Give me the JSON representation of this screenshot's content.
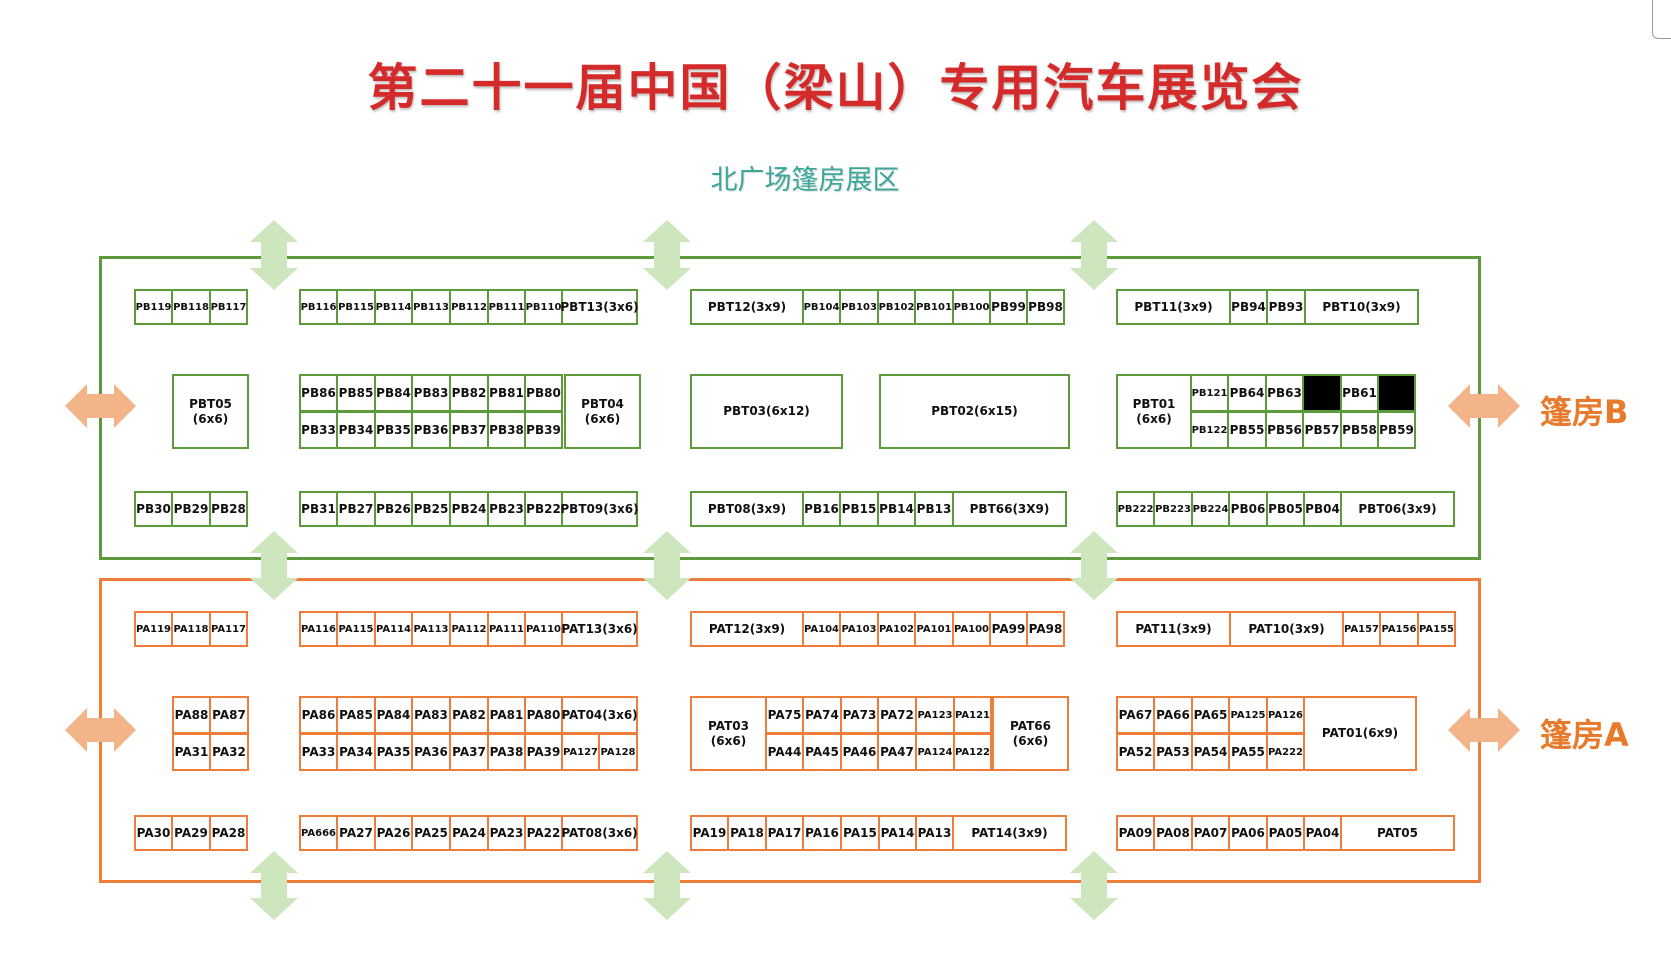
{
  "title": "第二十一届中国（梁山）专用汽车展览会",
  "subtitle": "北广场篷房展区",
  "labels": {
    "zone_b": "篷房B",
    "zone_a": "篷房A"
  },
  "colors": {
    "zone_b_border": "#5d9a3b",
    "zone_a_border": "#ee7d3b",
    "title": "#d42a2a",
    "arrow_green": "#cde6bd",
    "arrow_orange": "#f3b48a"
  },
  "zone_b": {
    "r1g1": [
      "PB119",
      "PB118",
      "PB117"
    ],
    "r1g2": [
      "PB116",
      "PB115",
      "PB114",
      "PB113",
      "PB112",
      "PB111",
      "PB110",
      "PBT13(3x6)"
    ],
    "r1g3": [
      "PBT12(3x9)",
      "PB104",
      "PB103",
      "PB102",
      "PB101",
      "PB100",
      "PB99",
      "PB98"
    ],
    "r1g4": [
      "PBT11(3x9)",
      "PB94",
      "PB93",
      "PBT10(3x9)"
    ],
    "pbt05": "PBT05\n(6x6)",
    "m2_top": [
      "PB86",
      "PB85",
      "PB84",
      "PB83",
      "PB82",
      "PB81",
      "PB80"
    ],
    "m2_bot": [
      "PB33",
      "PB34",
      "PB35",
      "PB36",
      "PB37",
      "PB38",
      "PB39"
    ],
    "pbt04": "PBT04\n(6x6)",
    "pbt03": "PBT03(6x12)",
    "pbt02": "PBT02(6x15)",
    "pbt01": "PBT01\n(6x6)",
    "m4_top": [
      "PB121",
      "PB64",
      "PB63",
      "",
      "PB61",
      ""
    ],
    "m4_bot": [
      "PB122",
      "PB55",
      "PB56",
      "PB57",
      "PB58",
      "PB59"
    ],
    "r3g1": [
      "PB30",
      "PB29",
      "PB28"
    ],
    "r3g2": [
      "PB31",
      "PB27",
      "PB26",
      "PB25",
      "PB24",
      "PB23",
      "PB22",
      "PBT09(3x6)"
    ],
    "r3g3": [
      "PBT08(3x9)",
      "PB16",
      "PB15",
      "PB14",
      "PB13",
      "PBT66(3X9)"
    ],
    "r3g4": [
      "PB222",
      "PB223",
      "PB224",
      "PB06",
      "PB05",
      "PB04",
      "PBT06(3x9)"
    ]
  },
  "zone_a": {
    "r1g1": [
      "PA119",
      "PA118",
      "PA117"
    ],
    "r1g2": [
      "PA116",
      "PA115",
      "PA114",
      "PA113",
      "PA112",
      "PA111",
      "PA110",
      "PAT13(3x6)"
    ],
    "r1g3": [
      "PAT12(3x9)",
      "PA104",
      "PA103",
      "PA102",
      "PA101",
      "PA100",
      "PA99",
      "PA98"
    ],
    "r1g4": [
      "PAT11(3x9)",
      "PAT10(3x9)",
      "PA157",
      "PA156",
      "PA155"
    ],
    "m1_top": [
      "PA88",
      "PA87"
    ],
    "m1_bot": [
      "PA31",
      "PA32"
    ],
    "m2_top": [
      "PA86",
      "PA85",
      "PA84",
      "PA83",
      "PA82",
      "PA81",
      "PA80",
      "PAT04(3x6)"
    ],
    "m2_bot": [
      "PA33",
      "PA34",
      "PA35",
      "PA36",
      "PA37",
      "PA38",
      "PA39",
      "PA127",
      "PA128"
    ],
    "pat03": "PAT03\n(6x6)",
    "m3_top": [
      "PA75",
      "PA74",
      "PA73",
      "PA72",
      "PA123",
      "PA121"
    ],
    "m3_bot": [
      "PA44",
      "PA45",
      "PA46",
      "PA47",
      "PA124",
      "PA122"
    ],
    "pat66": "PAT66\n(6x6)",
    "m4_top": [
      "PA67",
      "PA66",
      "PA65",
      "PA125",
      "PA126"
    ],
    "m4_bot": [
      "PA52",
      "PA53",
      "PA54",
      "PA55",
      "PA222"
    ],
    "pat01": "PAT01(6x9)",
    "r3g1": [
      "PA30",
      "PA29",
      "PA28"
    ],
    "r3g2": [
      "PA666",
      "PA27",
      "PA26",
      "PA25",
      "PA24",
      "PA23",
      "PA22",
      "PAT08(3x6)"
    ],
    "r3g3": [
      "PA19",
      "PA18",
      "PA17",
      "PA16",
      "PA15",
      "PA14",
      "PA13",
      "PAT14(3x9)"
    ],
    "r3g4": [
      "PA09",
      "PA08",
      "PA07",
      "PA06",
      "PA05",
      "PA04",
      "PAT05"
    ]
  }
}
